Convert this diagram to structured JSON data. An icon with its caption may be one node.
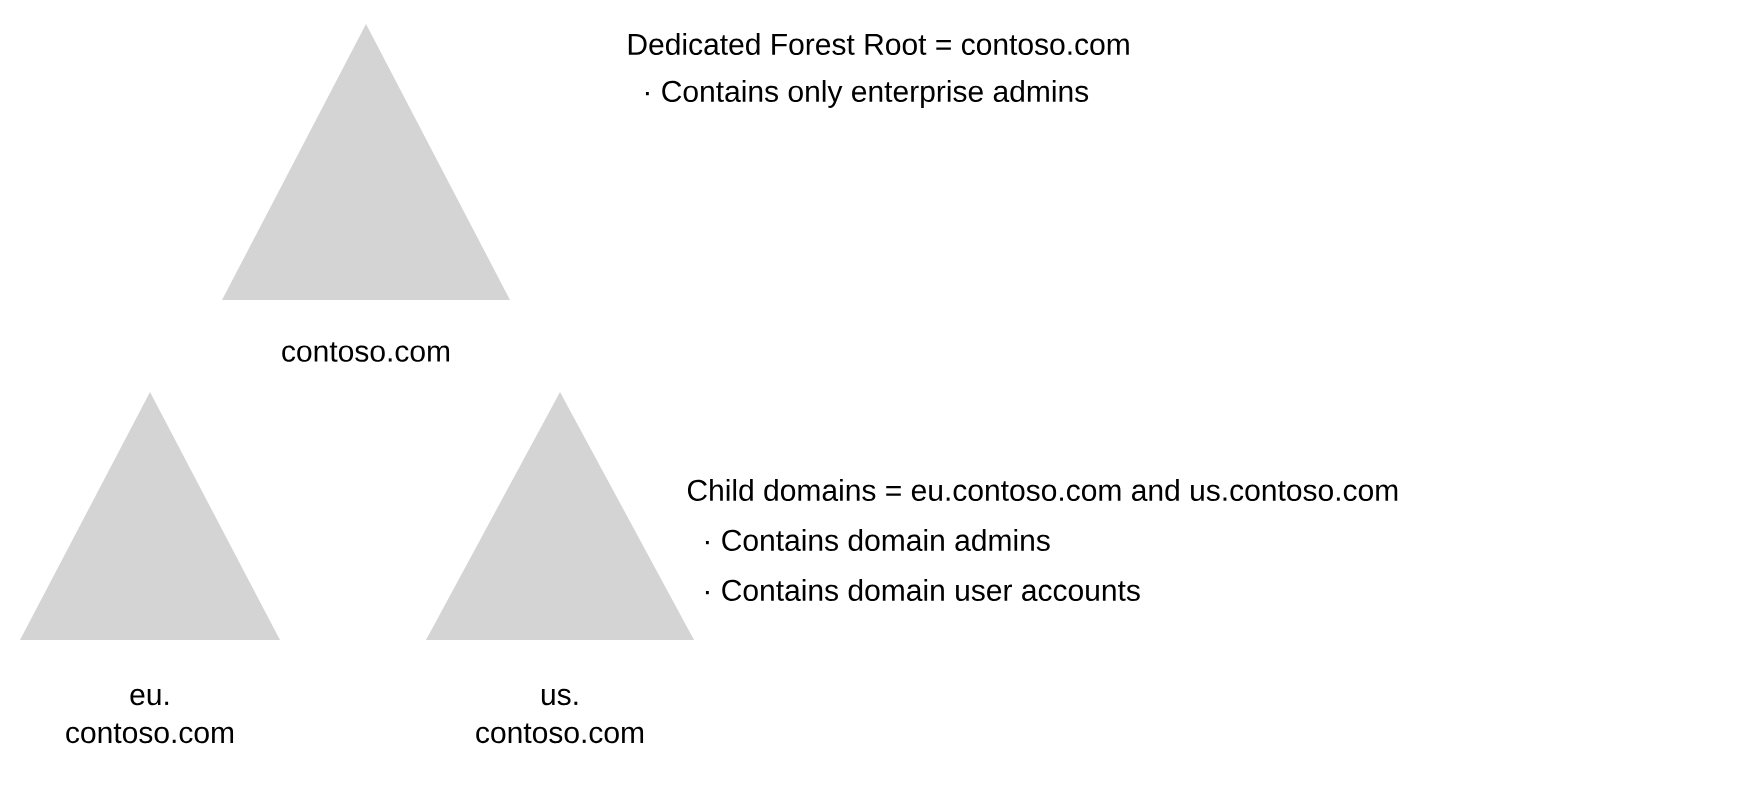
{
  "diagram": {
    "nodes": [
      {
        "text": [],
        "shape": "triangle",
        "beside": [
          "contoso.com"
        ]
      },
      {
        "text": [],
        "shape": "triangle",
        "beside": [
          "eu. contoso.com"
        ]
      },
      {
        "text": [],
        "shape": "triangle",
        "beside": [
          "us. contoso.com"
        ]
      }
    ],
    "labels": [
      "Dedicated Forest Root = contoso.com",
      "· Contains only enterprise admins",
      "Child domains = eu.contoso.com and us.contoso.com",
      "· Contains domain admins",
      "· Contains domain user accounts"
    ]
  }
}
